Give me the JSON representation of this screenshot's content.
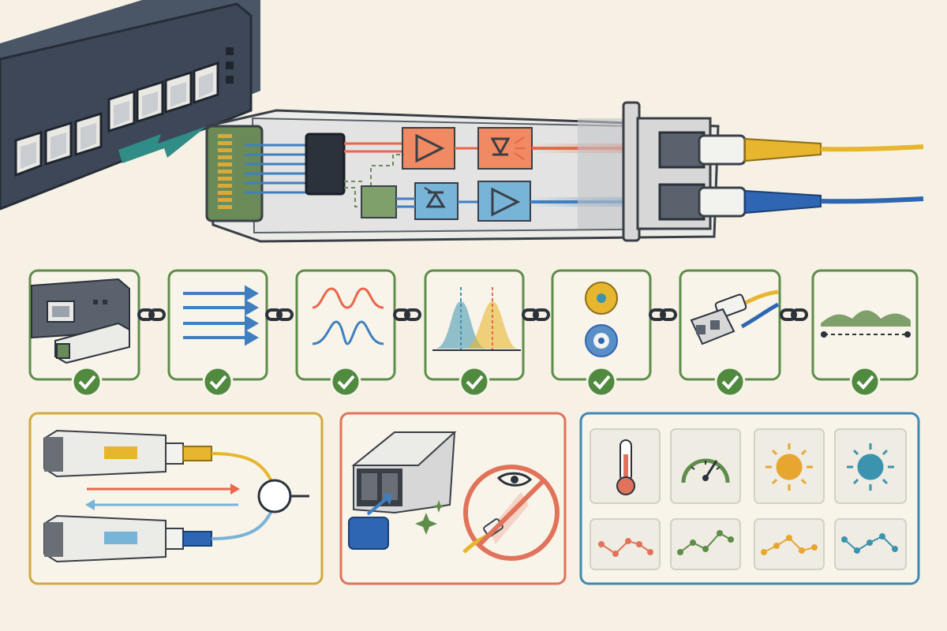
{
  "colors": {
    "background": "#f6f1e4",
    "switch_body": "#3d4757",
    "switch_face": "#323b49",
    "module_shell": "#e9e9e6",
    "pcb": "#6a8b58",
    "gold": "#d9a93a",
    "tx_red": "#e9674b",
    "tx_box": "#f08a62",
    "rx_blue": "#3f7fc0",
    "rx_box": "#78b3d8",
    "arrow_teal": "#2f8c86",
    "cable_yellow": "#e7b62e",
    "cable_blue": "#2f66b3",
    "step_green": "#5e8c4a",
    "check_green": "#4f8a3f",
    "panel_loopback": "#d2a93f",
    "panel_safety": "#e0735a",
    "panel_monitor": "#3f88b3",
    "amber": "#e7a62f",
    "teal": "#3c93ad"
  },
  "icons": {
    "insert_arrow": "arrow-right-icon",
    "chain": "chain-link-icon",
    "check": "check-icon",
    "thermometer": "thermometer-icon",
    "gauge": "gauge-icon",
    "sun": "sun-icon",
    "no_look": "no-eye-icon"
  },
  "steps": [
    {
      "icon": "switch-port-sfp-icon",
      "status": "check"
    },
    {
      "icon": "parallel-lanes-icon",
      "status": "check"
    },
    {
      "icon": "waveform-icon",
      "status": "check"
    },
    {
      "icon": "wavelength-peaks-icon",
      "status": "check"
    },
    {
      "icon": "fiber-core-icon",
      "status": "check"
    },
    {
      "icon": "lc-connector-icon",
      "status": "check"
    },
    {
      "icon": "signal-profile-icon",
      "status": "check"
    }
  ],
  "monitor_metrics": [
    {
      "icon": "thermometer-icon",
      "color": "#e0735a"
    },
    {
      "icon": "gauge-icon",
      "color": "#5e8c4a"
    },
    {
      "icon": "sun-icon",
      "color": "#e7a62f"
    },
    {
      "icon": "sun-icon",
      "color": "#3c93ad"
    }
  ]
}
